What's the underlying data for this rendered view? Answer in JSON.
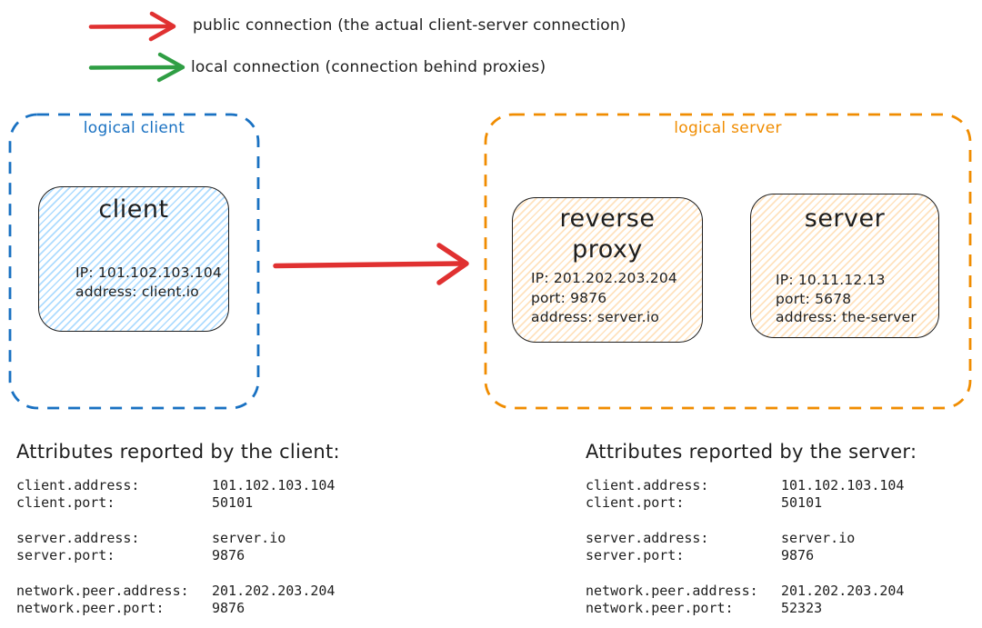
{
  "colors": {
    "public_connection": "#e03131",
    "local_connection": "#2f9e44",
    "logical_client": "#1971c2",
    "logical_server": "#f08c00",
    "client_fill": "#a5d8ff",
    "server_fill": "#ffd8a8",
    "text": "#1e1e1e"
  },
  "legend": {
    "public": {
      "label": "public connection (the actual client-server connection)",
      "color": "#e03131"
    },
    "local": {
      "label": "local connection (connection behind proxies)",
      "color": "#2f9e44"
    }
  },
  "logical_client": {
    "label": "logical client",
    "client_node": {
      "title": "client",
      "lines": [
        "IP: 101.102.103.104",
        "address: client.io"
      ]
    }
  },
  "logical_server": {
    "label": "logical server",
    "reverse_proxy_node": {
      "title_lines": [
        "reverse",
        "proxy"
      ],
      "lines": [
        "IP: 201.202.203.204",
        "port: 9876",
        "address: server.io"
      ]
    },
    "server_node": {
      "title": "server",
      "lines": [
        "IP: 10.11.12.13",
        "port: 5678",
        "address: the-server"
      ]
    }
  },
  "client_attributes": {
    "title": "Attributes reported by the client:",
    "rows": [
      {
        "key": "client.address:",
        "value": "101.102.103.104"
      },
      {
        "key": "client.port:",
        "value": "50101"
      },
      {
        "key": "server.address:",
        "value": "server.io"
      },
      {
        "key": "server.port:",
        "value": "9876"
      },
      {
        "key": "network.peer.address:",
        "value": "201.202.203.204"
      },
      {
        "key": "network.peer.port:",
        "value": "9876"
      }
    ]
  },
  "server_attributes": {
    "title": "Attributes reported by the server:",
    "rows": [
      {
        "key": "client.address:",
        "value": "101.102.103.104"
      },
      {
        "key": "client.port:",
        "value": "50101"
      },
      {
        "key": "server.address:",
        "value": "server.io"
      },
      {
        "key": "server.port:",
        "value": "9876"
      },
      {
        "key": "network.peer.address:",
        "value": "201.202.203.204"
      },
      {
        "key": "network.peer.port:",
        "value": "52323"
      }
    ]
  }
}
